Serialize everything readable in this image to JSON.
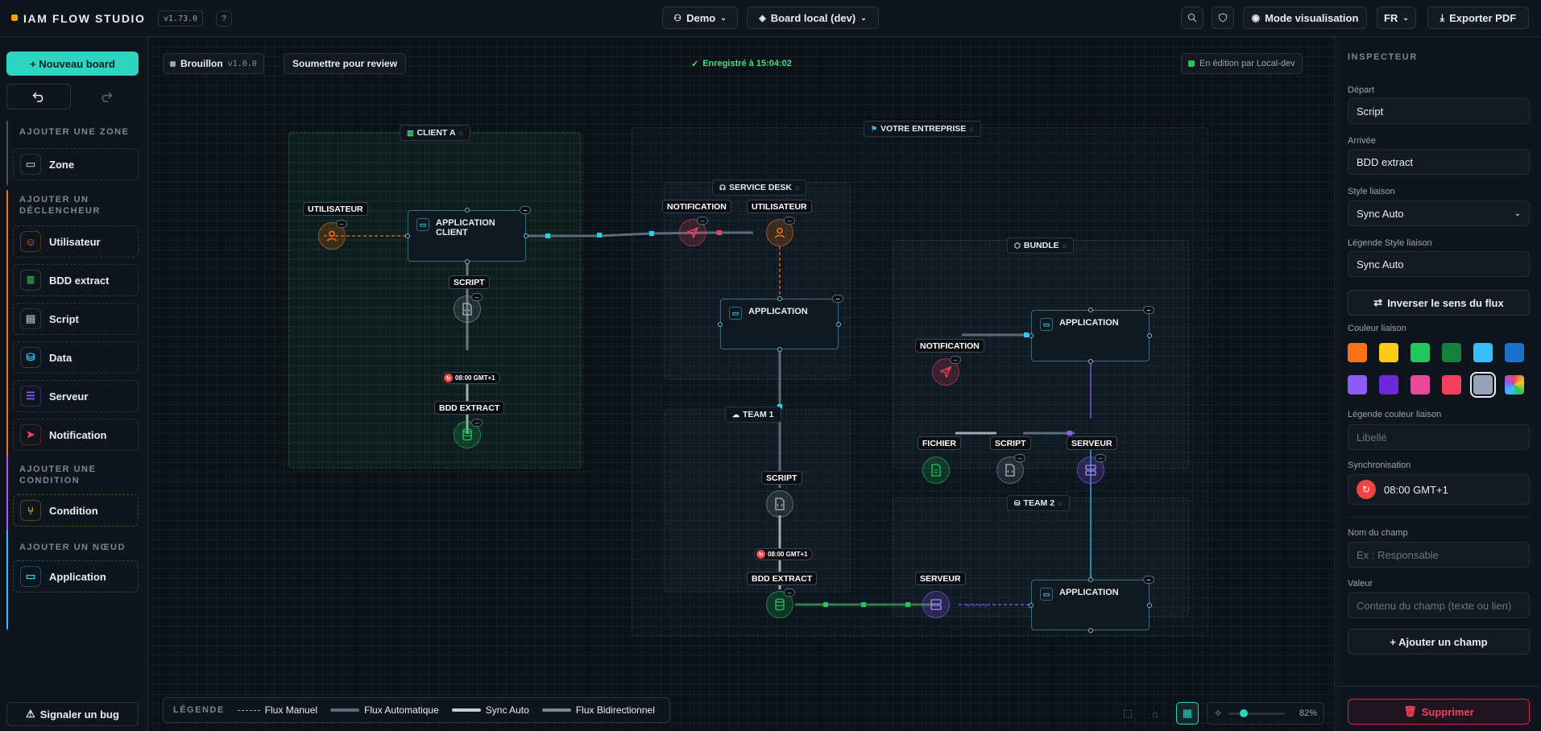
{
  "app": {
    "title": "IAM FLOW STUDIO",
    "version": "v1.73.0",
    "help": "?",
    "brand_color": "#f59e0b",
    "accent_color": "#2dd4bf"
  },
  "topbar": {
    "workspace": "Demo",
    "board": "Board local (dev)",
    "mode_button": "Mode visualisation",
    "language": "FR",
    "export_button": "Exporter PDF",
    "icons": [
      "users-icon",
      "layers-icon",
      "search-icon",
      "shield-icon",
      "eye-icon",
      "download-icon"
    ]
  },
  "sidebar": {
    "new_board": "+ Nouveau board",
    "undo_icon": "undo-icon",
    "redo_icon": "redo-icon",
    "sections": [
      {
        "title": "AJOUTER UNE ZONE",
        "color": "#64748b",
        "items": [
          {
            "label": "Zone",
            "icon": "zone-icon",
            "color": "#94a3b8"
          }
        ]
      },
      {
        "title": "AJOUTER UN DÉCLENCHEUR",
        "color": "#f97316",
        "items": [
          {
            "label": "Utilisateur",
            "icon": "user-icon",
            "color": "#f97316"
          },
          {
            "label": "BDD extract",
            "icon": "database-extract-icon",
            "color": "#22c55e"
          },
          {
            "label": "Script",
            "icon": "script-icon",
            "color": "#9ca3af"
          },
          {
            "label": "Data",
            "icon": "data-icon",
            "color": "#38bdf8"
          },
          {
            "label": "Serveur",
            "icon": "server-icon",
            "color": "#8b5cf6"
          },
          {
            "label": "Notification",
            "icon": "send-icon",
            "color": "#f43f5e"
          }
        ]
      },
      {
        "title": "AJOUTER UNE CONDITION",
        "color": "#a855f7",
        "items": [
          {
            "label": "Condition",
            "icon": "condition-icon",
            "color": "#eab308"
          }
        ]
      },
      {
        "title": "AJOUTER UN NŒUD",
        "color": "#38bdf8",
        "items": [
          {
            "label": "Application",
            "icon": "monitor-icon",
            "color": "#22d3ee"
          }
        ]
      }
    ],
    "report_bug": "Signaler un bug"
  },
  "canvas_header": {
    "status": "Brouillon",
    "version": "v1.0.0",
    "review_button": "Soumettre pour review",
    "saved": "Enregistré à 15:04:02",
    "editing": "En édition par Local-dev"
  },
  "zones": [
    {
      "label": "CLIENT A"
    },
    {
      "label": "VOTRE ENTREPRISE"
    },
    {
      "label": "SERVICE DESK"
    },
    {
      "label": "BUNDLE"
    },
    {
      "label": "TEAM 1"
    },
    {
      "label": "TEAM 2"
    }
  ],
  "nodes": {
    "utilisateur_a": "UTILISATEUR",
    "app_client": "APPLICATION CLIENT",
    "script_a": "SCRIPT",
    "bdd_a": "BDD EXTRACT",
    "notif_sd": "NOTIFICATION",
    "user_sd": "UTILISATEUR",
    "app_sd": "APPLICATION",
    "notif_b": "NOTIFICATION",
    "app_b": "APPLICATION",
    "fichier_b": "FICHIER",
    "script_b": "SCRIPT",
    "serveur_b": "SERVEUR",
    "script_t1": "SCRIPT",
    "bdd_t1": "BDD EXTRACT",
    "serveur_t2": "SERVEUR",
    "app_t2": "APPLICATION"
  },
  "sync_badges": [
    "08:00 GMT+1",
    "08:00 GMT+1"
  ],
  "legend": {
    "title": "LÉGENDE",
    "items": [
      "Flux Manuel",
      "Flux Automatique",
      "Sync Auto",
      "Flux Bidirectionnel"
    ]
  },
  "zoom": {
    "value": "82%",
    "level": 0.82
  },
  "inspector": {
    "title": "INSPECTEUR",
    "depart_label": "Départ",
    "depart_value": "Script",
    "arrivee_label": "Arrivée",
    "arrivee_value": "BDD extract",
    "style_label": "Style liaison",
    "style_value": "Sync Auto",
    "legend_style_label": "Légende Style liaison",
    "legend_style_value": "Sync Auto",
    "invert_button": "Inverser le sens du flux",
    "color_label": "Couleur liaison",
    "colors": [
      "#f97316",
      "#facc15",
      "#22c55e",
      "#15803d",
      "#38bdf8",
      "#1d6fc9",
      "#8b5cf6",
      "#6d28d9",
      "#ec4899",
      "#f43f5e",
      "#94a3b8",
      "rainbow"
    ],
    "legend_color_label": "Légende couleur liaison",
    "legend_color_placeholder": "Libellé",
    "sync_label": "Synchronisation",
    "sync_value": "08:00 GMT+1",
    "field_name_label": "Nom du champ",
    "field_name_placeholder": "Ex : Responsable",
    "value_label": "Valeur",
    "value_placeholder": "Contenu du champ (texte ou lien)",
    "add_field_button": "+ Ajouter un champ",
    "delete_button": "Supprimer"
  }
}
